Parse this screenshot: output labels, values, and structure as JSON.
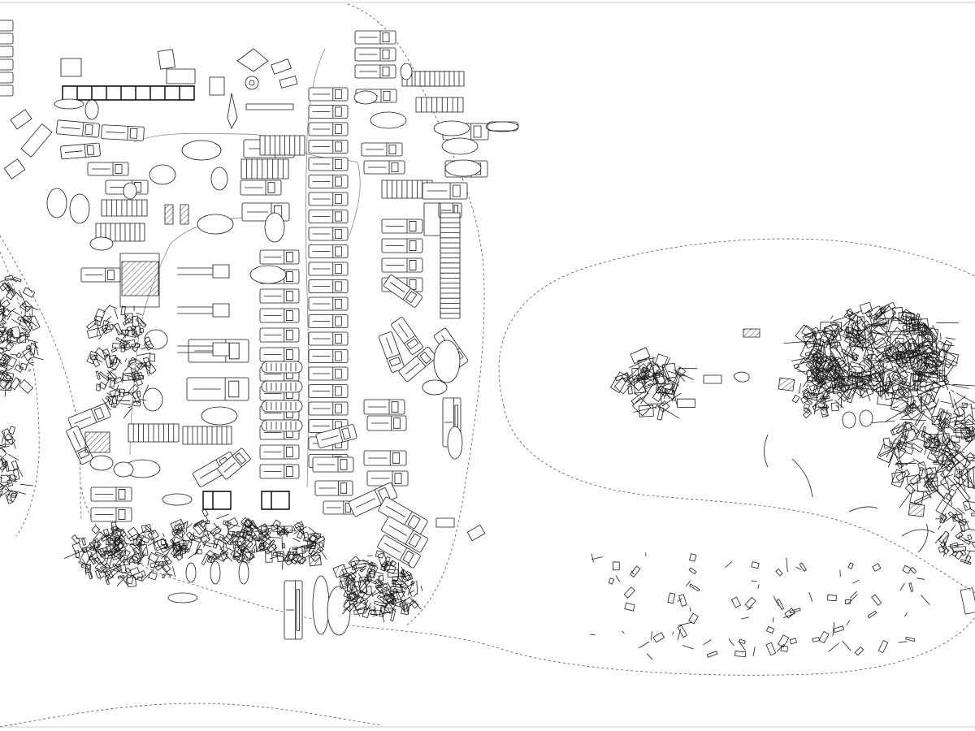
{
  "canvas": {
    "background": "#ffffff",
    "ink": "#1a1a1a",
    "boundary": "#555555"
  },
  "drawing": {
    "type": "site-plan",
    "zones": [
      {
        "id": "vehicle-yard",
        "content": "parked-vehicles",
        "rows": 12
      },
      {
        "id": "debris-field",
        "content": "scattered-fragments"
      },
      {
        "id": "loose-fragments",
        "content": "small-debris"
      }
    ]
  }
}
